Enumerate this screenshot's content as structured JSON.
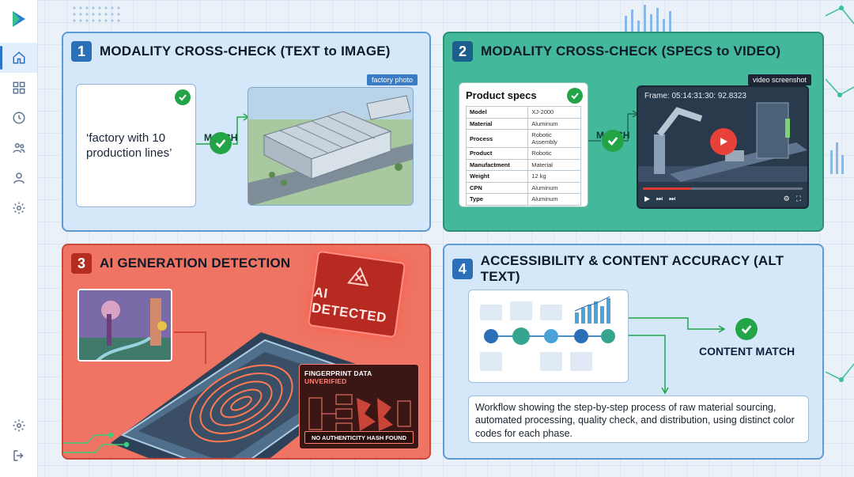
{
  "sidebar": {
    "logo": "app-logo",
    "nav_items": [
      "home-icon",
      "grid-icon",
      "history-icon",
      "users-icon",
      "user-icon",
      "settings-icon"
    ],
    "bottom_items": [
      "settings-icon",
      "logout-icon"
    ]
  },
  "panels": {
    "p1": {
      "number": "1",
      "title": "MODALITY CROSS-CHECK (TEXT to IMAGE)",
      "quote": "‘factory with 10 production lines’",
      "match": "MATCH",
      "photo_tag": "factory photo"
    },
    "p2": {
      "number": "2",
      "title": "MODALITY CROSS-CHECK (SPECS to VIDEO)",
      "specs_title": "Product specs",
      "specs": [
        {
          "k": "Model",
          "v": "XJ-2000"
        },
        {
          "k": "Material",
          "v": "Aluminum"
        },
        {
          "k": "Process",
          "v": "Robotic Assembly"
        },
        {
          "k": "Product",
          "v": "Robotic"
        },
        {
          "k": "Manufactment",
          "v": "Material"
        },
        {
          "k": "Weight",
          "v": "12 kg"
        },
        {
          "k": "CPN",
          "v": "Aluminum"
        },
        {
          "k": "Type",
          "v": "Aluminum"
        }
      ],
      "match": "MATCH",
      "video_tag": "video screenshot",
      "frame": "Frame: 05:14:31:30: 92.8323",
      "progress": 0.3
    },
    "p3": {
      "number": "3",
      "title": "AI GENERATION DETECTION",
      "badge": "AI DETECTED",
      "fp_title_a": "FINGERPRINT DATA ",
      "fp_title_b": "UNVERIFIED",
      "fp_hash": "NO AUTHENTICITY HASH FOUND"
    },
    "p4": {
      "number": "4",
      "title": "ACCESSIBILITY & CONTENT ACCURACY (ALT TEXT)",
      "content_match": "CONTENT MATCH",
      "alt_text": "Workflow showing the step-by-step process of raw material sourcing, automated processing, quality check, and distribution, using distinct color codes for each phase."
    }
  },
  "colors": {
    "accent": "#2f73c9",
    "match_green": "#22a447",
    "panel2": "#43b89a",
    "panel3": "#ef7463"
  }
}
